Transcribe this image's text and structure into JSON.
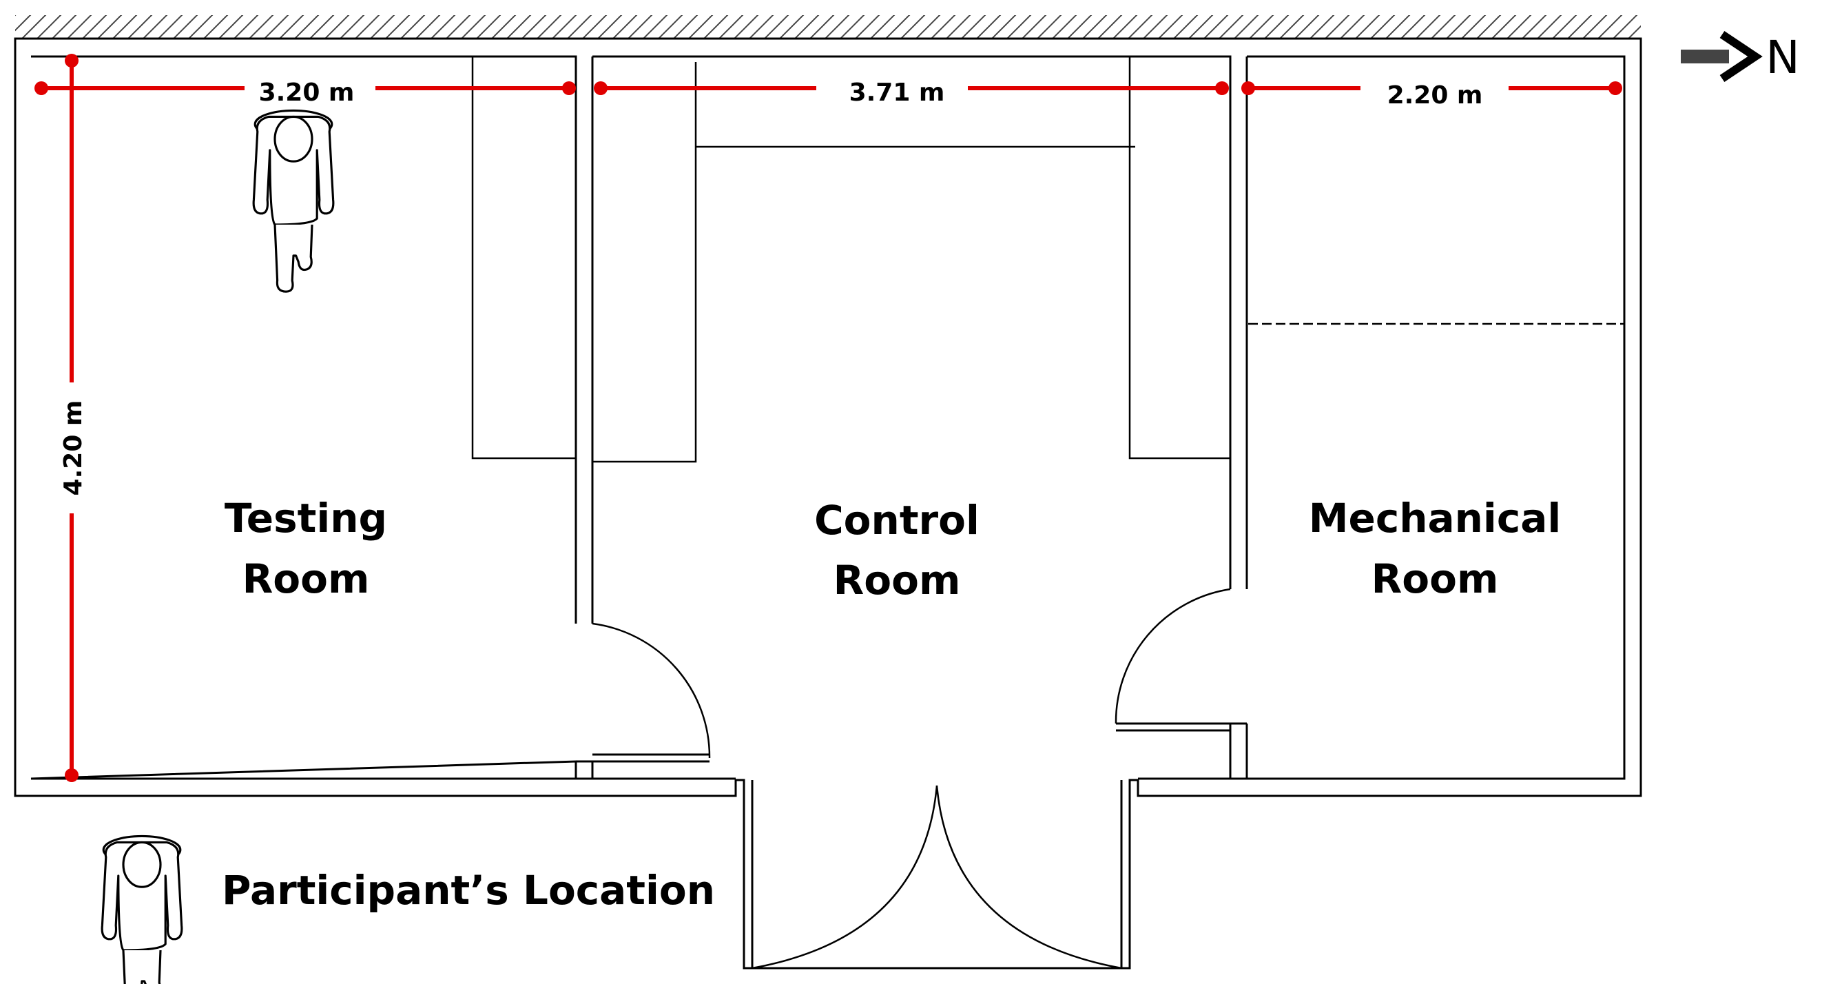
{
  "rooms": {
    "testing": {
      "line1": "Testing",
      "line2": "Room"
    },
    "control": {
      "line1": "Control",
      "line2": "Room"
    },
    "mechanical": {
      "line1": "Mechanical",
      "line2": "Room"
    }
  },
  "dimensions": {
    "testing_width": "3.20 m",
    "control_width": "3.71 m",
    "mechanical_width": "2.20 m",
    "testing_depth": "4.20 m"
  },
  "legend": {
    "participant_label": "Participant’s Location"
  },
  "compass": {
    "label": "N"
  },
  "colors": {
    "dimension_line": "#e00000",
    "walls": "#000000"
  }
}
